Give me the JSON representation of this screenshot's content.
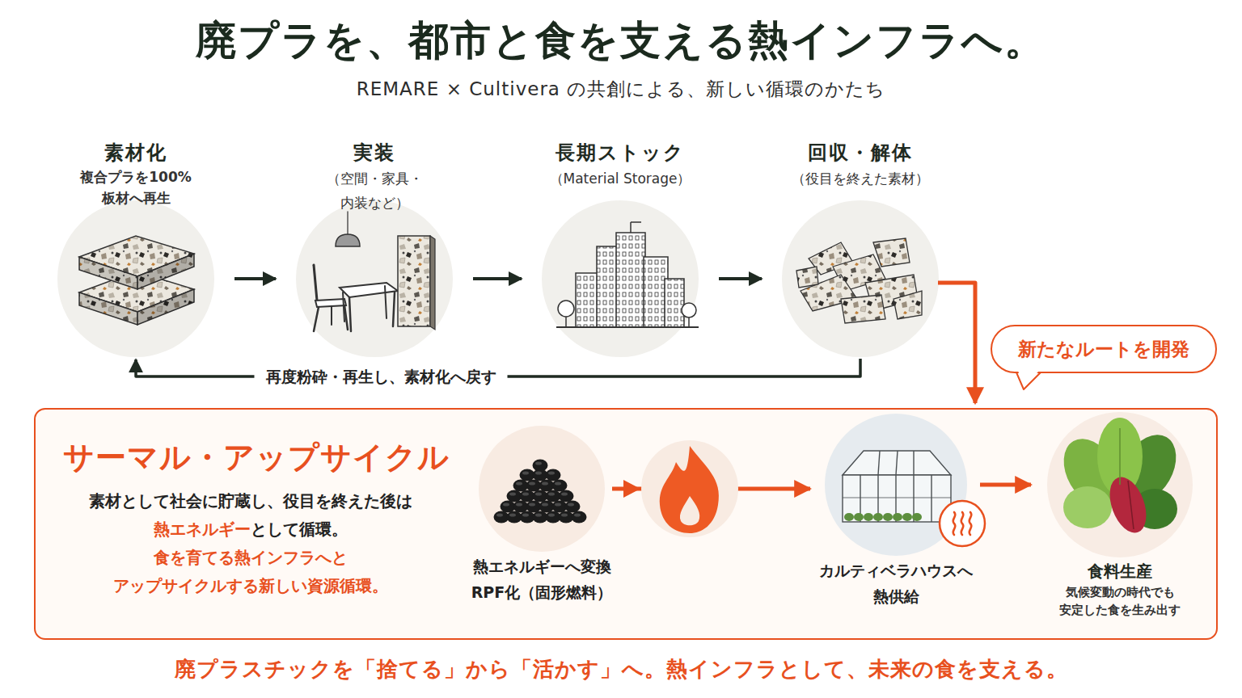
{
  "diagram": {
    "title": "廃プラを、都市と食を支える熱インフラへ。",
    "caption": "廃プラスチックを「捨てる」から「活かす」へ。熱インフラとして、未来の食を支える。",
    "nodes": [
      {
        "text": [
          "素材化",
          "複合プラを100% 板材へ再生"
        ]
      },
      {
        "text": [
          "実装",
          "（空間・家具・内装など）"
        ]
      },
      {
        "text": [
          "長期ストック",
          "（Material Storage）"
        ]
      },
      {
        "text": [
          "回収・解体",
          "（役目を終えた素材）"
        ]
      },
      {
        "text": [
          "新たなルートを開発"
        ]
      },
      {
        "text": [
          "サーマル・アップサイクル",
          "素材として社会に貯蔵し、役目を終えた後は",
          "熱エネルギー",
          "として循環。",
          "食を育てる熱インフラへと アップサイクルする新しい資源循環。"
        ]
      },
      {
        "text": [
          "熱エネルギーへ変換",
          "RPF化（固形燃料）"
        ],
        "in": 5
      },
      {
        "text": [
          "カルティベラハウスへ 熱供給"
        ],
        "in": 5
      },
      {
        "text": [
          "食料生産",
          "気候変動の時代でも 安定した食を生み出す"
        ],
        "in": 5
      }
    ],
    "edges": [
      {
        "from": 0,
        "to": 1,
        "arrow": "to"
      },
      {
        "from": 1,
        "to": 2,
        "arrow": "to"
      },
      {
        "from": 2,
        "to": 3,
        "arrow": "to"
      },
      {
        "from": 3,
        "to": 0,
        "label": "再度粉砕・再生し、素材化へ戻す",
        "arrow": "to"
      },
      {
        "from": 3,
        "to": 5,
        "arrow": "to"
      },
      {
        "from": 6,
        "to": 7,
        "arrow": "to"
      },
      {
        "from": 7,
        "to": 8,
        "arrow": "to"
      }
    ],
    "labels": [
      "REMARE × Cultivera の共創による、新しい循環のかたち"
    ]
  }
}
